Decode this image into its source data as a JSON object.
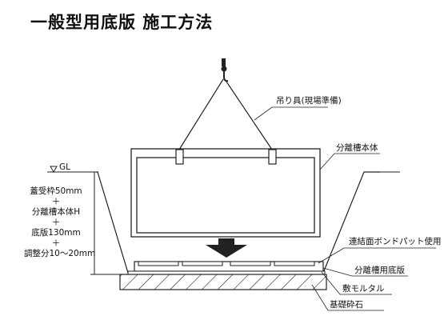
{
  "title": "一般型用底版 施工方法",
  "labels": {
    "lifting_gear": "吊り具(現場準備)",
    "tank_body": "分離槽本体",
    "gl": "GL",
    "bond": "連結面ボンドパット使用",
    "base_plate": "分離槽用底版",
    "mortar": "敷モルタル",
    "gravel": "基礎砕石"
  },
  "dims": {
    "line1": "蓋受枠50mm",
    "plus": "＋",
    "line2": "分離槽本体H",
    "line3": "底版130mm",
    "line4": "調整分10～20mm"
  }
}
